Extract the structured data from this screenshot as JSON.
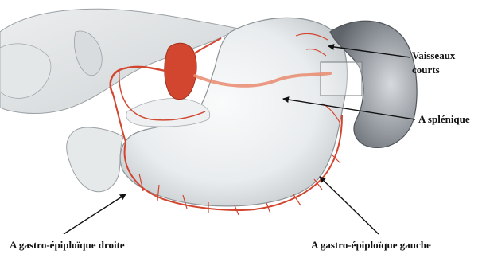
{
  "labels": {
    "vaisseaux_line1": "Vaisseaux",
    "vaisseaux_line2": "courts",
    "splenique": "A splénique",
    "gastro_droite": "A gastro-épiploïque droite",
    "gastro_gauche": "A gastro-épiploïque gauche"
  },
  "colors": {
    "artery": "#d2452e",
    "artery_light": "#e98a6e",
    "stomach": "#ebeeef",
    "spleen": "#8a8f95",
    "liver": "#dfe2e3",
    "arrow": "#111111"
  }
}
